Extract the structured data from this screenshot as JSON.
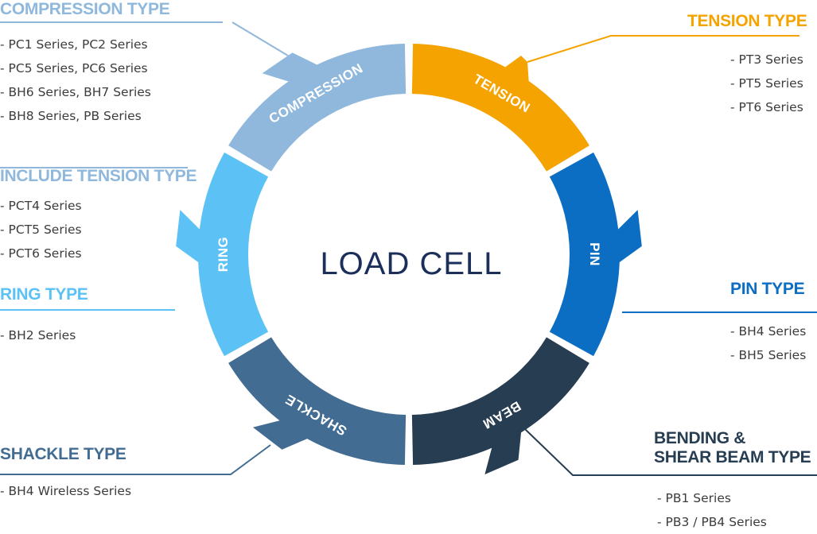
{
  "center_title": "LOAD CELL",
  "colors": {
    "compression": "#8fb8dc",
    "tension": "#f5a300",
    "pin": "#0c6ec2",
    "beam": "#273d52",
    "shackle": "#436c92",
    "ring": "#5cc2f6",
    "include_tension": "#8fb8dc"
  },
  "segments": {
    "compression": "COMPRESSION",
    "tension": "TENSION",
    "pin": "PIN",
    "beam": "BEAM",
    "shackle": "SHACKLE",
    "ring": "RING"
  },
  "types": {
    "compression": {
      "title": "COMPRESSION TYPE",
      "items": [
        "- PC1 Series, PC2 Series",
        "- PC5 Series, PC6 Series",
        "- BH6 Series, BH7 Series",
        "- BH8 Series, PB Series"
      ]
    },
    "include_tension": {
      "title": "INCLUDE TENSION TYPE",
      "items": [
        "- PCT4 Series",
        "- PCT5 Series",
        "- PCT6 Series"
      ]
    },
    "ring": {
      "title": "RING TYPE",
      "items": [
        "- BH2 Series"
      ]
    },
    "shackle": {
      "title": "SHACKLE TYPE",
      "items": [
        "- BH4 Wireless Series"
      ]
    },
    "tension": {
      "title": "TENSION TYPE",
      "items": [
        "- PT3 Series",
        "- PT5 Series",
        "- PT6 Series"
      ]
    },
    "pin": {
      "title": "PIN TYPE",
      "items": [
        "- BH4 Series",
        "- BH5 Series"
      ]
    },
    "beam": {
      "title_line1": "BENDING &",
      "title_line2": "SHEAR BEAM TYPE",
      "items": [
        "- PB1 Series",
        "- PB3 / PB4 Series"
      ]
    }
  }
}
